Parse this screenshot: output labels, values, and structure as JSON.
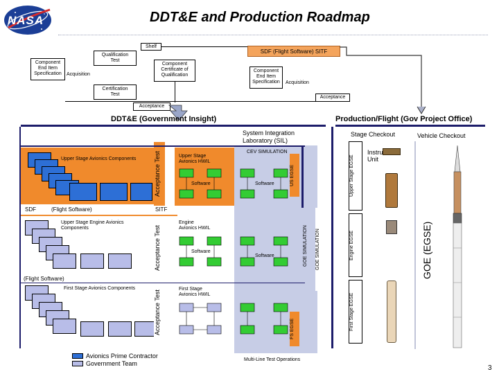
{
  "header": {
    "logo_text": "NASA",
    "title": "DDT&E and Production  Roadmap",
    "page_number": "3"
  },
  "top_flow": {
    "shelf": "Shelf",
    "qualification_test": [
      "Qualification",
      "Test"
    ],
    "component_end_item_spec_left": [
      "Component",
      "End Item",
      "Specification"
    ],
    "acquisition_left": "Acquisition",
    "certification_test": [
      "Certification",
      "Test"
    ],
    "component_certificate": [
      "Component",
      "Certificate of",
      "Qualification"
    ],
    "sdf_sitf": "SDF (Flight Software)  SITF",
    "component_end_item_spec_right": [
      "Component",
      "End Item",
      "Specification"
    ],
    "acquisition_right": "Acquisition",
    "acceptance_right": "Acceptance",
    "acceptance_center": "Acceptance"
  },
  "banners": {
    "ddte": "DDT&E (Government Insight)",
    "production": "Production/Flight (Gov Project Office)"
  },
  "sil": {
    "label": [
      "System Integration",
      "Laboratory (SIL)"
    ],
    "cev_simulation": "CEV SIMULATION",
    "us_egse": "US EGSE",
    "goe_simulation_1": "GOE SIMULATION",
    "goe_simulation_2": "GOE SIMULATION",
    "fs_egse": "FS EGSE",
    "multi_line": "Multi-Line Test Operations"
  },
  "left_section": {
    "upper_stage_avionics": "Upper Stage Avionics Components",
    "acceptance_test_1": "Acceptance Test",
    "upper_stage_hwil": [
      "Upper Stage",
      "Avionics HWIL"
    ],
    "software_1": "Software",
    "software_1b": "Software",
    "sdf_label": "SDF",
    "flight_software": "(Flight Software)",
    "sitf": "SITF",
    "upper_stage_engine": [
      "Upper Stage Engine Avionics",
      "Components"
    ],
    "acceptance_test_2": "Acceptance Test",
    "engine_hwil": [
      "Engine",
      "Avionics HWIL"
    ],
    "software_2": "Software",
    "software_2b": "Software",
    "flight_software_2": "(Flight Software)",
    "first_stage_avionics": "First Stage Avionics Components",
    "acceptance_test_3": "Acceptance Test",
    "first_stage_hwil": [
      "First  Stage",
      "Avionics HWIL"
    ]
  },
  "right_section": {
    "stage_checkout": "Stage Checkout",
    "vehicle_checkout": "Vehicle Checkout",
    "upper_stage_egse": "Upper Stage EGSE",
    "engine_egse": "Engine EGSE",
    "first_stage_egse": "First Stage EGSE",
    "instrument_unit": [
      "Instrument",
      "Unit"
    ],
    "goe_egse": "GOE (EGSE)"
  },
  "legend": {
    "avionics_prime": "Avionics Prime Contractor",
    "government_team": "Government Team"
  },
  "colors": {
    "orange": "#f08a2c",
    "green": "#33cc33",
    "blue": "#2d6fd6",
    "lavender": "#b8bde8",
    "navy": "#000080",
    "sil_bg": "#c7cde6"
  }
}
